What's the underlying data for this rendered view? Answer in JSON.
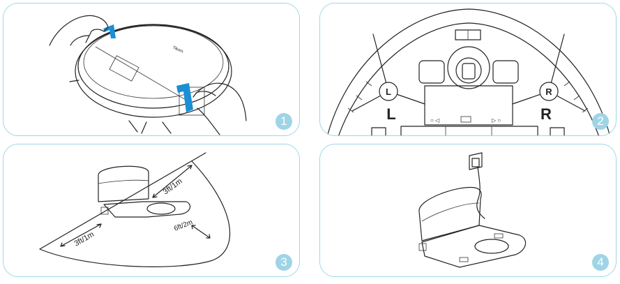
{
  "panels": [
    {
      "step": "1",
      "brand": "Tikom"
    },
    {
      "step": "2",
      "left_brush_label": "L",
      "right_brush_label": "R",
      "left_brush_label_large": "L",
      "right_brush_label_large": "R"
    },
    {
      "step": "3",
      "dist_left": "3ft/1m",
      "dist_right": "3ft/1m",
      "dist_front": "6ft/2m"
    },
    {
      "step": "4"
    }
  ],
  "colors": {
    "accent": "#1a8fd6",
    "badge": "#9fd4e6",
    "border": "#9fd6e8"
  }
}
